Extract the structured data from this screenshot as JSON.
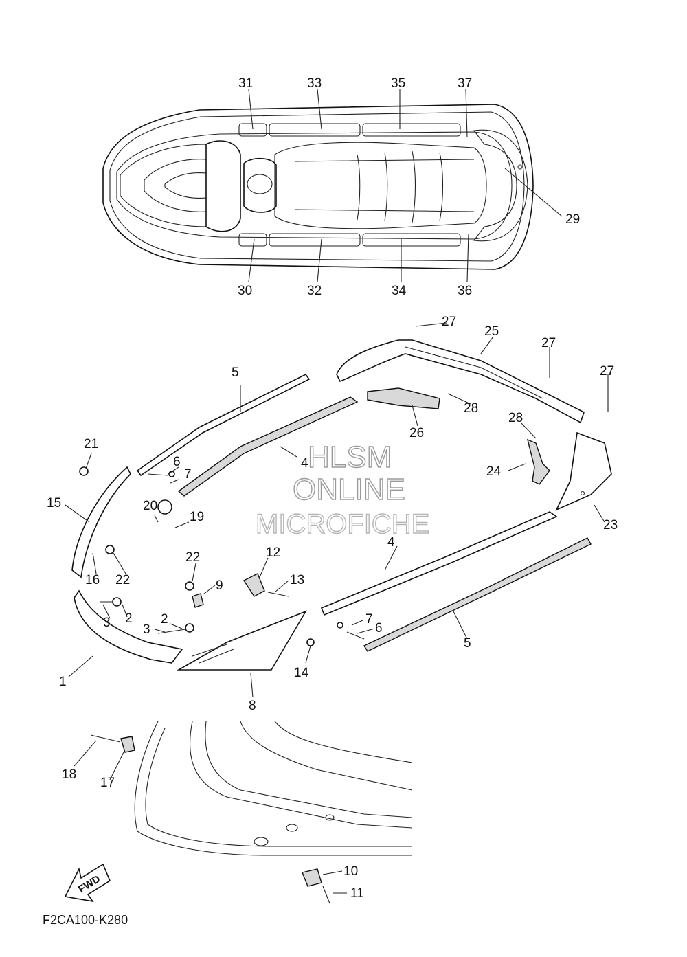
{
  "diagram_code": "F2CA100-K280",
  "watermark": {
    "line1": "HLSM",
    "line2": "ONLINE",
    "line3": "MICROFICHE"
  },
  "fwd_label": "FWD",
  "callouts": {
    "c1": "1",
    "c2a": "2",
    "c2b": "2",
    "c3a": "3",
    "c3b": "3",
    "c4a": "4",
    "c4b": "4",
    "c5a": "5",
    "c5b": "5",
    "c6a": "6",
    "c6b": "6",
    "c7a": "7",
    "c7b": "7",
    "c8": "8",
    "c9": "9",
    "c10": "10",
    "c11": "11",
    "c12": "12",
    "c13": "13",
    "c14": "14",
    "c15": "15",
    "c16": "16",
    "c17": "17",
    "c18": "18",
    "c19": "19",
    "c20": "20",
    "c21": "21",
    "c22a": "22",
    "c22b": "22",
    "c23": "23",
    "c24": "24",
    "c25": "25",
    "c26": "26",
    "c27a": "27",
    "c27b": "27",
    "c27c": "27",
    "c28a": "28",
    "c28b": "28",
    "c29": "29",
    "c30": "30",
    "c31": "31",
    "c32": "32",
    "c33": "33",
    "c34": "34",
    "c35": "35",
    "c36": "36",
    "c37": "37"
  }
}
